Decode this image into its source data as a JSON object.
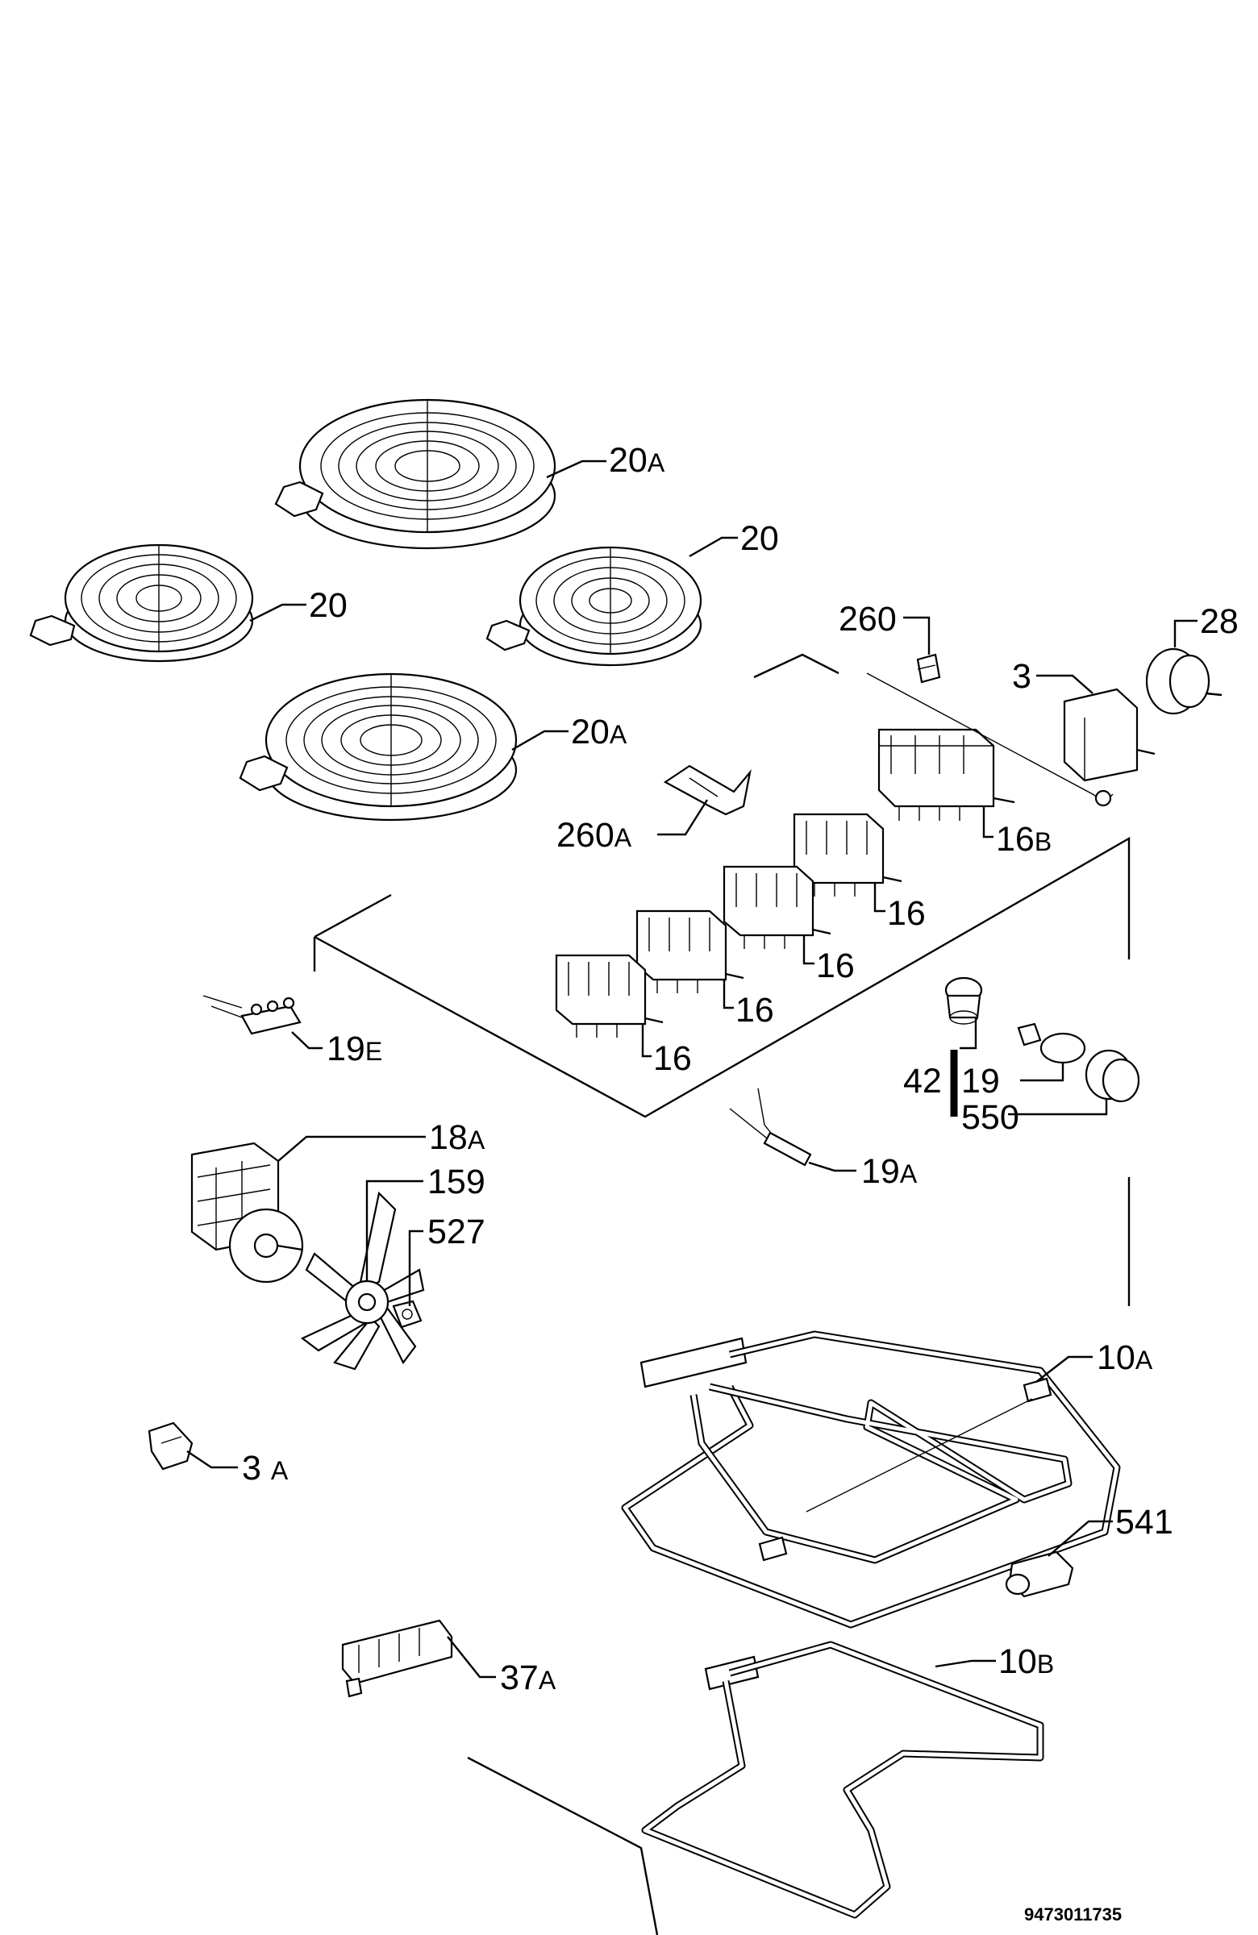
{
  "callouts": [
    {
      "id": "20A-top",
      "num": "20",
      "suffix": "A"
    },
    {
      "id": "20-right",
      "num": "20",
      "suffix": ""
    },
    {
      "id": "20-left",
      "num": "20",
      "suffix": ""
    },
    {
      "id": "20A-bottom",
      "num": "20",
      "suffix": "A"
    },
    {
      "id": "260",
      "num": "260",
      "suffix": ""
    },
    {
      "id": "28",
      "num": "28",
      "suffix": ""
    },
    {
      "id": "3",
      "num": "3",
      "suffix": ""
    },
    {
      "id": "260A",
      "num": "260",
      "suffix": "A"
    },
    {
      "id": "16B",
      "num": "16",
      "suffix": "B"
    },
    {
      "id": "16-a",
      "num": "16",
      "suffix": ""
    },
    {
      "id": "16-b",
      "num": "16",
      "suffix": ""
    },
    {
      "id": "16-c",
      "num": "16",
      "suffix": ""
    },
    {
      "id": "16-d",
      "num": "16",
      "suffix": ""
    },
    {
      "id": "19E",
      "num": "19",
      "suffix": "E"
    },
    {
      "id": "42",
      "num": "42",
      "suffix": ""
    },
    {
      "id": "19",
      "num": "19",
      "suffix": ""
    },
    {
      "id": "550",
      "num": "550",
      "suffix": ""
    },
    {
      "id": "18A",
      "num": "18",
      "suffix": "A"
    },
    {
      "id": "159",
      "num": "159",
      "suffix": ""
    },
    {
      "id": "527",
      "num": "527",
      "suffix": ""
    },
    {
      "id": "19A",
      "num": "19",
      "suffix": "A"
    },
    {
      "id": "10A",
      "num": "10",
      "suffix": "A"
    },
    {
      "id": "3A",
      "num": "3",
      "suffix": "A"
    },
    {
      "id": "541",
      "num": "541",
      "suffix": ""
    },
    {
      "id": "37A",
      "num": "37",
      "suffix": "A"
    },
    {
      "id": "10B",
      "num": "10",
      "suffix": "B"
    }
  ],
  "drawing_code": "9473011735"
}
